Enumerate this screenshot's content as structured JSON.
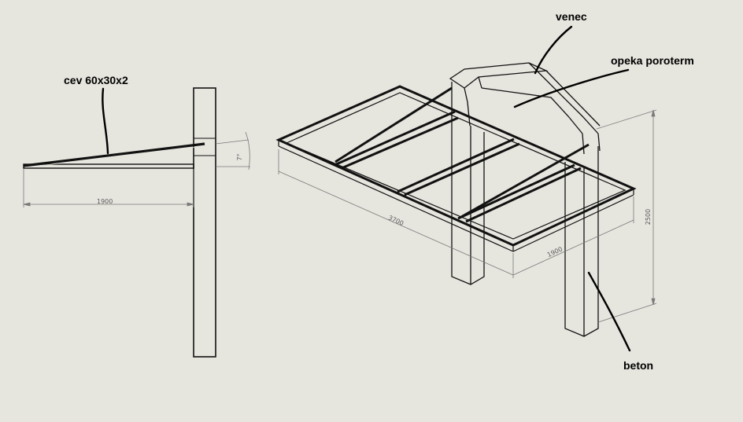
{
  "labels": {
    "pipe": "cev 60x30x2",
    "ring_beam": "venec",
    "brick": "opeka poroterm",
    "concrete": "beton"
  },
  "dimensions": {
    "side_overhang": "1900",
    "angle": "7°",
    "length": "3700",
    "depth": "1900",
    "height": "2500"
  },
  "colors": {
    "background": "#e6e5de",
    "line": "#111111",
    "dimension_line": "#7a7a7a"
  }
}
